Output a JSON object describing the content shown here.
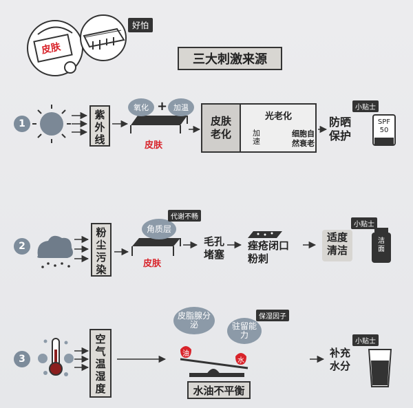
{
  "header": {
    "title": "三大刺激来源",
    "scared_tag": "好怕",
    "skin_label": "皮肤"
  },
  "sections": [
    {
      "number": "1",
      "source": "紫外线",
      "bubble_left": "氧化",
      "plus": "+",
      "bubble_right": "加温",
      "skin_label": "皮肤",
      "aging_label": "皮肤老化",
      "photo_aging": "光老化",
      "accelerate": "加速",
      "natural_aging": "细胞自然衰老",
      "advice": "防晒保护",
      "tip_tag": "小贴士",
      "product": "SPF 50"
    },
    {
      "number": "2",
      "source": "粉尘污染",
      "bubble": "角质层",
      "metabolism_tag": "代谢不畅",
      "skin_label": "皮肤",
      "pore": "毛孔堵塞",
      "acne": "痤疮闭口粉刺",
      "advice": "适度清洁",
      "tip_tag": "小贴士",
      "product": "洁面"
    },
    {
      "number": "3",
      "source": "空气温湿度",
      "bubble_left": "皮脂腺分泌",
      "bubble_right": "驻留能力",
      "moisture_tag": "保湿因子",
      "oil": "油",
      "water": "水",
      "imbalance": "水油不平衡",
      "advice": "补充水分",
      "tip_tag": "小贴士"
    }
  ]
}
